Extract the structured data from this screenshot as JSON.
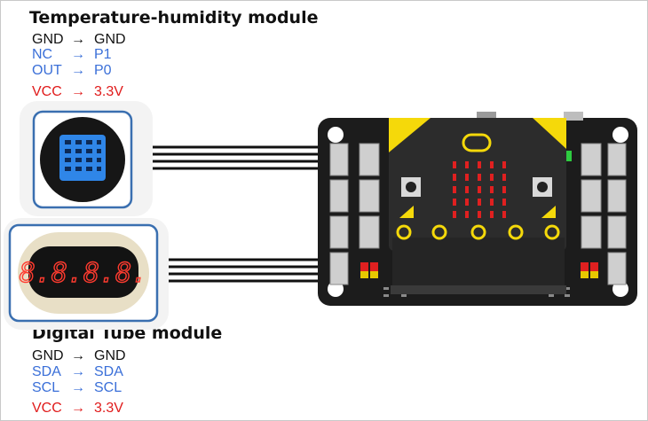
{
  "colors": {
    "gnd": "#111111",
    "signal": "#3a6fd8",
    "vcc": "#e01b1b",
    "module_border": "#3a6fb0",
    "board": "#1c1c1c",
    "led": "#e02020",
    "sensor_blue": "#2f86e8",
    "tube_red": "#ff3b2f"
  },
  "modules": [
    {
      "title": "Temperature-humidity module",
      "pins": [
        {
          "from": "GND",
          "arrow": "→",
          "to": "GND"
        },
        {
          "from": "NC",
          "arrow": "→",
          "to": "P1"
        },
        {
          "from": "OUT",
          "arrow": "→",
          "to": "P0"
        },
        {
          "from": "VCC",
          "arrow": "→",
          "to": "3.3V"
        }
      ]
    },
    {
      "title": "Digital Tube module",
      "display": "8.8.8.8.",
      "pins": [
        {
          "from": "GND",
          "arrow": "→",
          "to": "GND"
        },
        {
          "from": "SDA",
          "arrow": "→",
          "to": "SDA"
        },
        {
          "from": "SCL",
          "arrow": "→",
          "to": "SCL"
        },
        {
          "from": "VCC",
          "arrow": "→",
          "to": "3.3V"
        }
      ]
    }
  ],
  "icons": [
    "dht11-sensor-icon",
    "digital-tube-icon",
    "expansion-board-icon",
    "microbit-icon"
  ]
}
